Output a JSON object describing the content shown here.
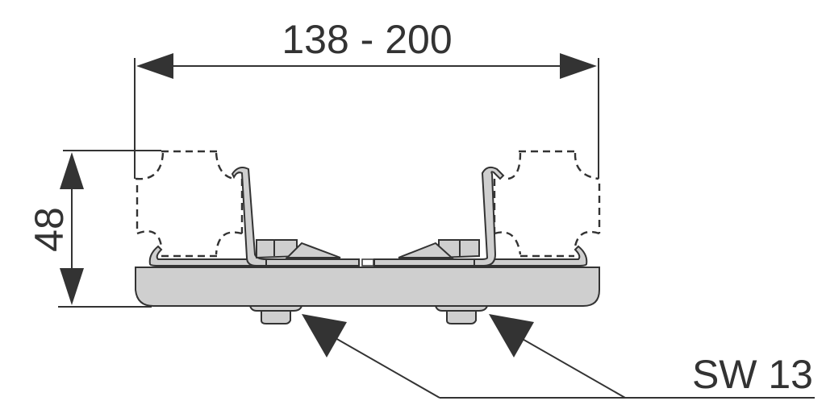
{
  "diagram": {
    "type": "technical-drawing",
    "subject": "Mounting bracket cross-section with two C-profile channels bolted to a base plate",
    "dimensions": {
      "width_label": "138 - 200",
      "height_label": "48"
    },
    "callout": {
      "label": "SW 13",
      "target": "hex nuts beneath base plate"
    },
    "colors": {
      "line": "#333333",
      "metal_fill": "#cfcfcf",
      "background": "#ffffff"
    }
  }
}
